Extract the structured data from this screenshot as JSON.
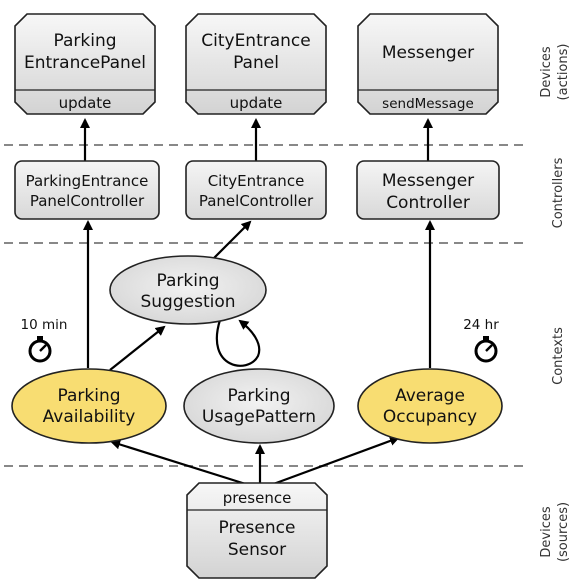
{
  "lanes": {
    "devices_actions": [
      "Devices",
      "(actions)"
    ],
    "controllers": "Controllers",
    "contexts": "Contexts",
    "devices_sources": [
      "Devices",
      "(sources)"
    ]
  },
  "devices_actions": [
    {
      "title": [
        "Parking",
        "EntrancePanel"
      ],
      "action": "update"
    },
    {
      "title": [
        "CityEntrance",
        "Panel"
      ],
      "action": "update"
    },
    {
      "title": [
        "Messenger"
      ],
      "action": "sendMessage"
    }
  ],
  "controllers": [
    {
      "title": [
        "ParkingEntrance",
        "PanelController"
      ]
    },
    {
      "title": [
        "CityEntrance",
        "PanelController"
      ]
    },
    {
      "title": [
        "Messenger",
        "Controller"
      ]
    }
  ],
  "contexts": {
    "suggestion": [
      "Parking",
      "Suggestion"
    ],
    "availability": [
      "Parking",
      "Availability"
    ],
    "usage": [
      "Parking",
      "UsagePattern"
    ],
    "occupancy": [
      "Average",
      "Occupancy"
    ]
  },
  "timers": {
    "availability": "10 min",
    "occupancy": "24 hr"
  },
  "sensor": {
    "source": "presence",
    "title": [
      "Presence",
      "Sensor"
    ]
  },
  "colors": {
    "highlight_context": "#f8dd72",
    "node_gray": "#e6e6e6",
    "separator": "#888888"
  },
  "icons": [
    "stopwatch-icon"
  ]
}
